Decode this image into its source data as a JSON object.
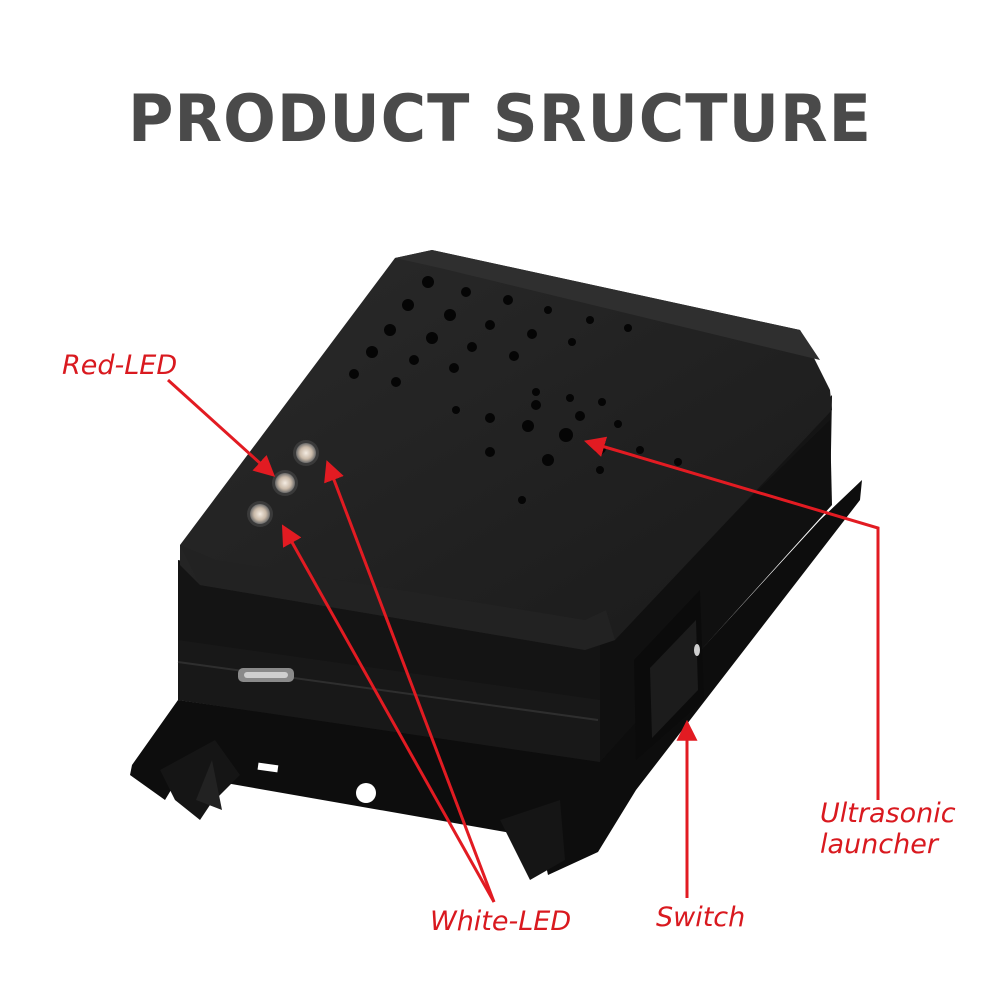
{
  "title": "PRODUCT SRUCTURE",
  "labels": {
    "red_led": "Red-LED",
    "white_led": "White-LED",
    "switch": "Switch",
    "ultrasonic_line1": "Ultrasonic",
    "ultrasonic_line2": "launcher"
  },
  "colors": {
    "label_red": "#d9191f",
    "title_gray": "#4a4a4a",
    "device_black": "#1b1b1b"
  }
}
